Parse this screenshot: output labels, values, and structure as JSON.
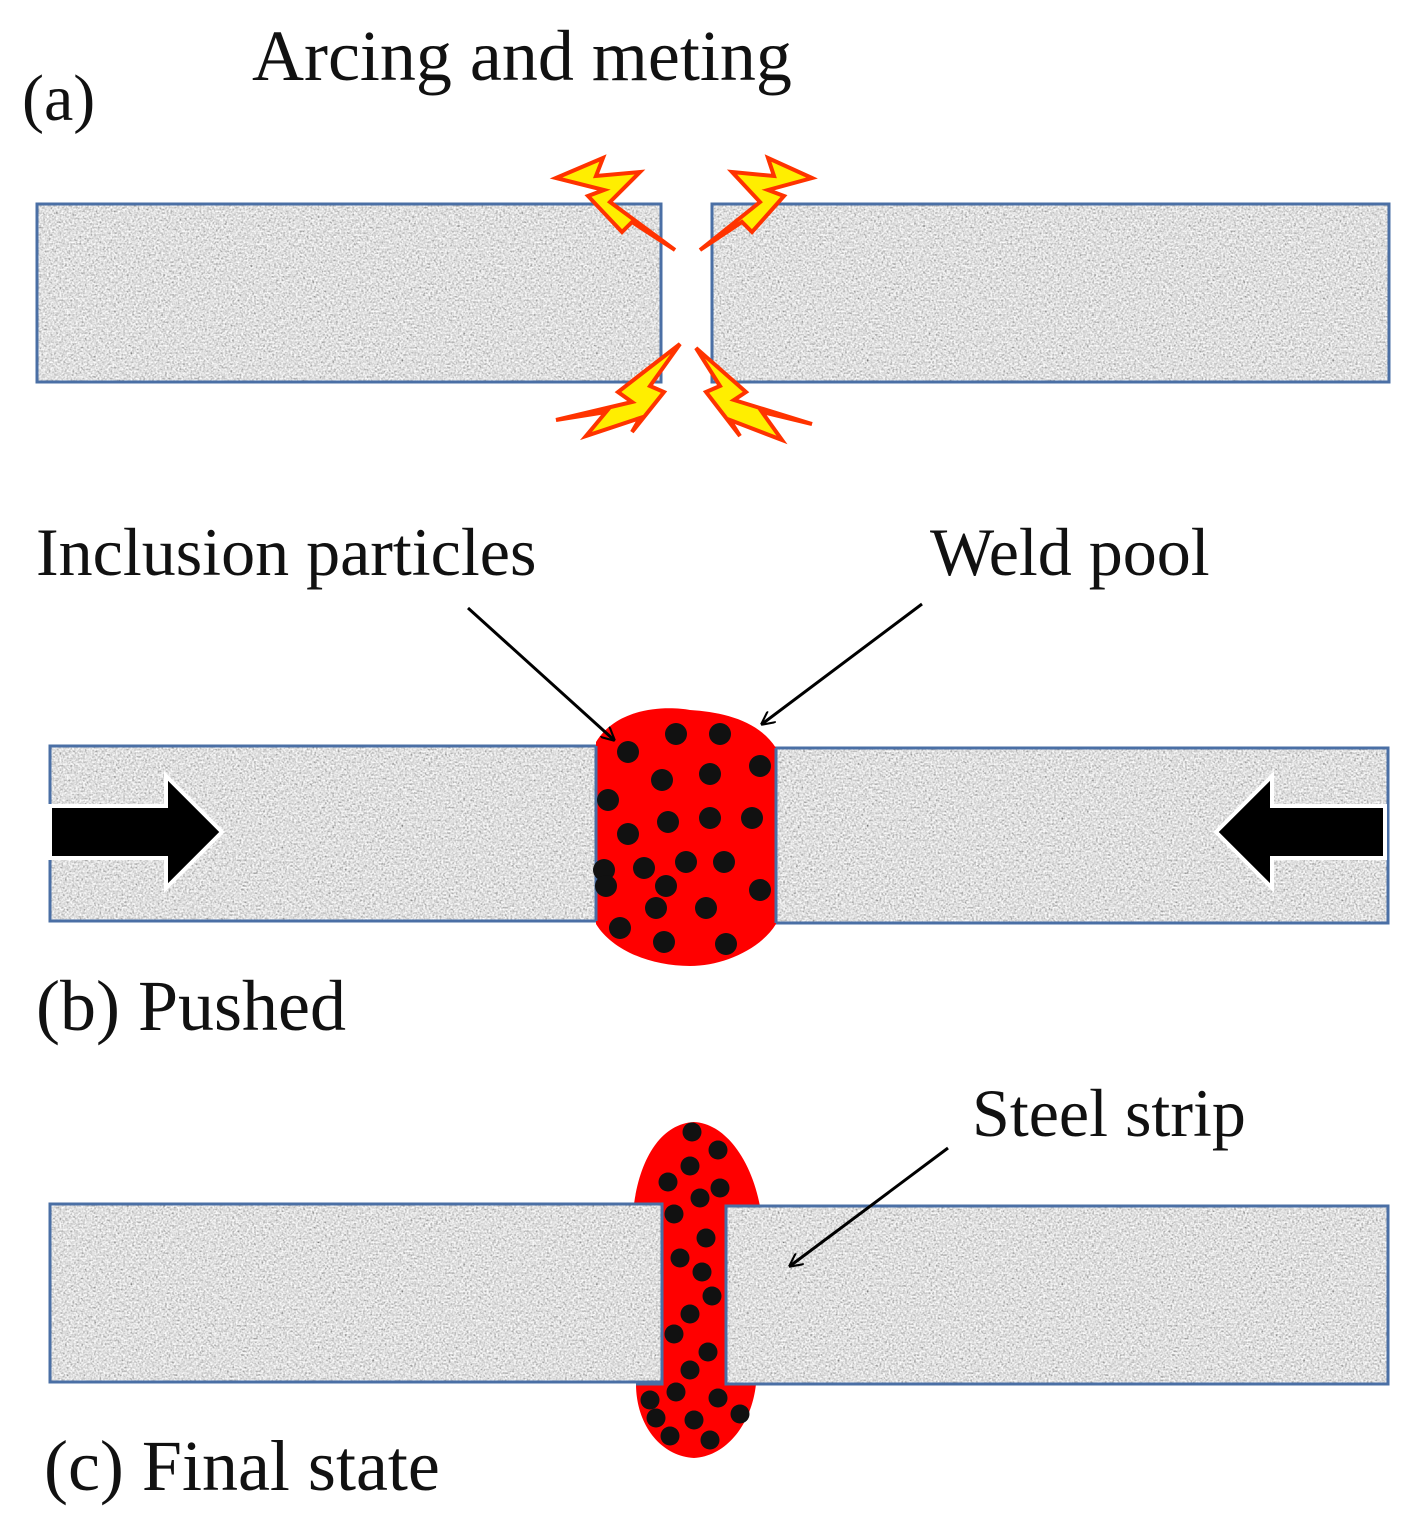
{
  "panel_a": {
    "letter": "(a)",
    "title": "Arcing and meting"
  },
  "panel_b": {
    "caption": "(b) Pushed",
    "label_inclusions": "Inclusion particles",
    "label_pool": "Weld pool"
  },
  "panel_c": {
    "caption": "(c) Final state",
    "label_strip": "Steel strip"
  },
  "colors": {
    "strip_fill": "#b9b9b9",
    "strip_border": "#4a6fa5",
    "pool": "#ff0000",
    "particle": "#111111",
    "spark_fill": "#ffee00",
    "spark_outline": "#ff3300",
    "arrow": "#000000"
  }
}
